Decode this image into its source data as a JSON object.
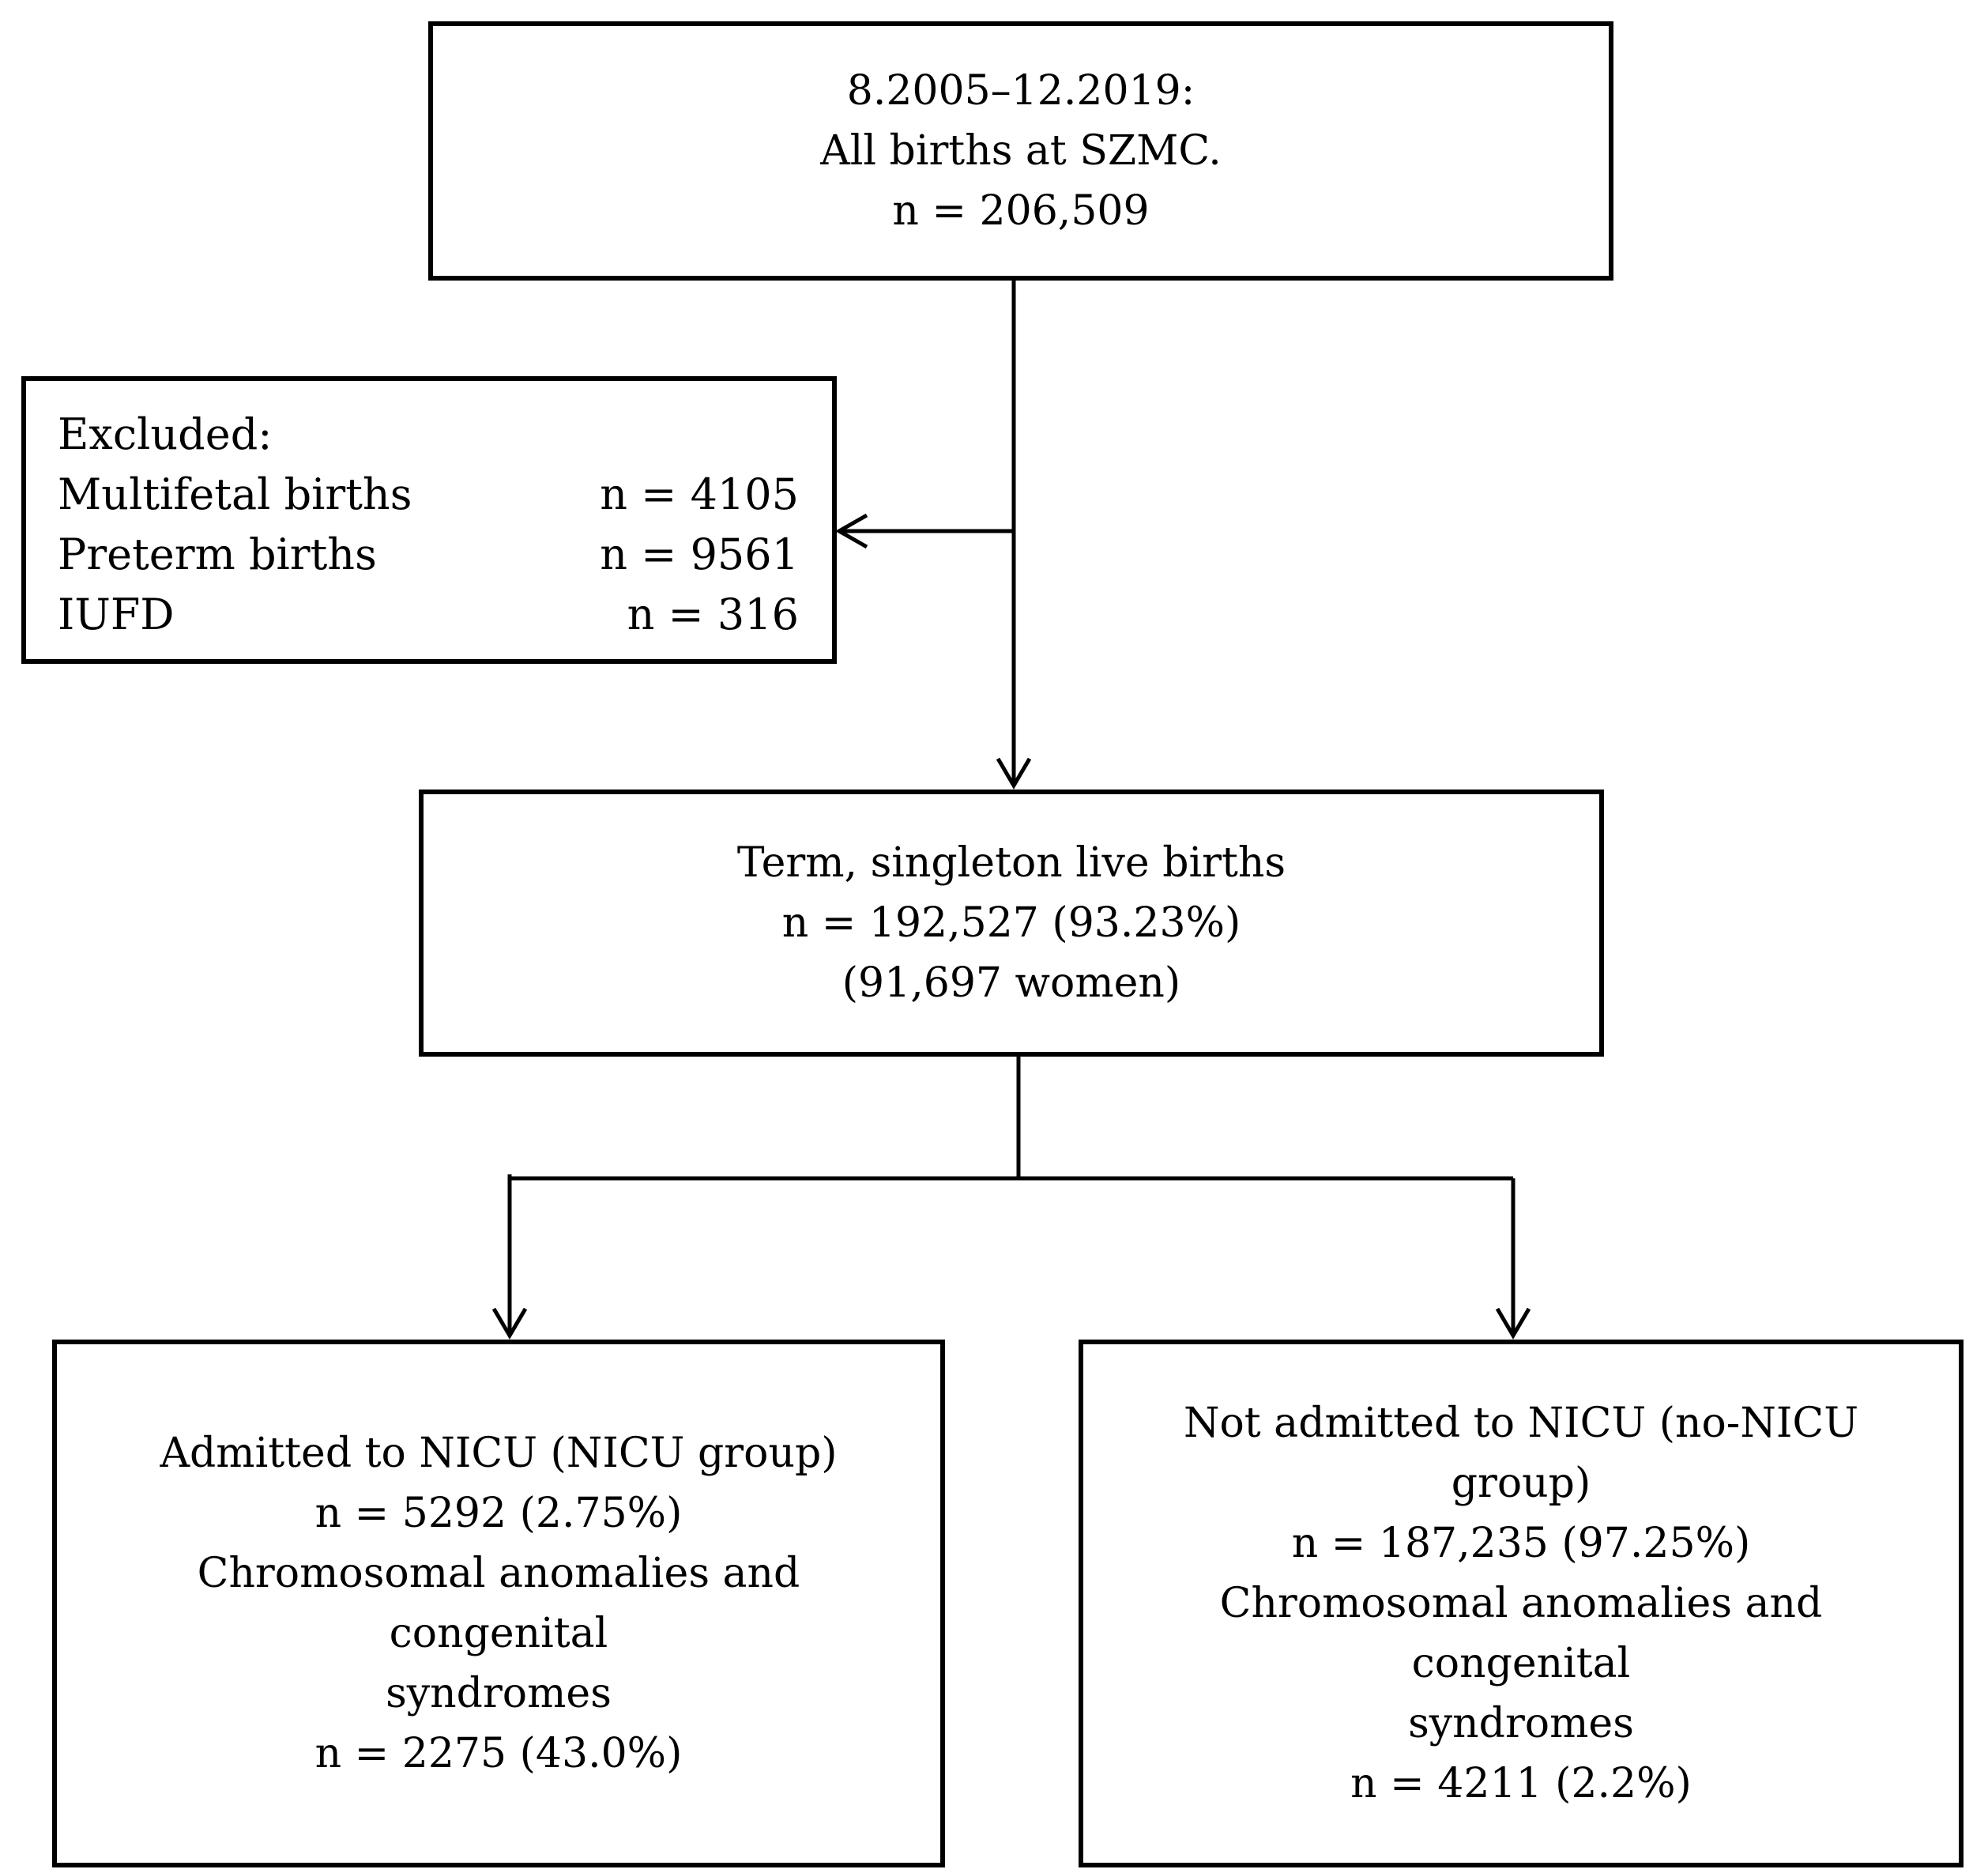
{
  "top_box": {
    "line1": "8.2005–12.2019:",
    "line2": "All births at SZMC.",
    "line3": "n = 206,509"
  },
  "excluded_box": {
    "title": "Excluded:",
    "rows": [
      {
        "label": "Multifetal births",
        "value": "n = 4105"
      },
      {
        "label": "Preterm births",
        "value": "n = 9561"
      },
      {
        "label": "IUFD",
        "value": "n = 316"
      }
    ]
  },
  "middle_box": {
    "line1": "Term, singleton live births",
    "line2": "n = 192,527 (93.23%)",
    "line3": "(91,697 women)"
  },
  "nicu_box": {
    "line1": "Admitted to NICU (NICU group)",
    "line2": "n = 5292 (2.75%)",
    "line3": "Chromosomal anomalies and congenital",
    "line4": "syndromes",
    "line5": "n = 2275 (43.0%)"
  },
  "no_nicu_box": {
    "line1": "Not admitted to NICU (no-NICU group)",
    "line2": "n = 187,235 (97.25%)",
    "line3": "Chromosomal anomalies and congenital",
    "line4": "syndromes",
    "line5": "n = 4211 (2.2%)"
  }
}
